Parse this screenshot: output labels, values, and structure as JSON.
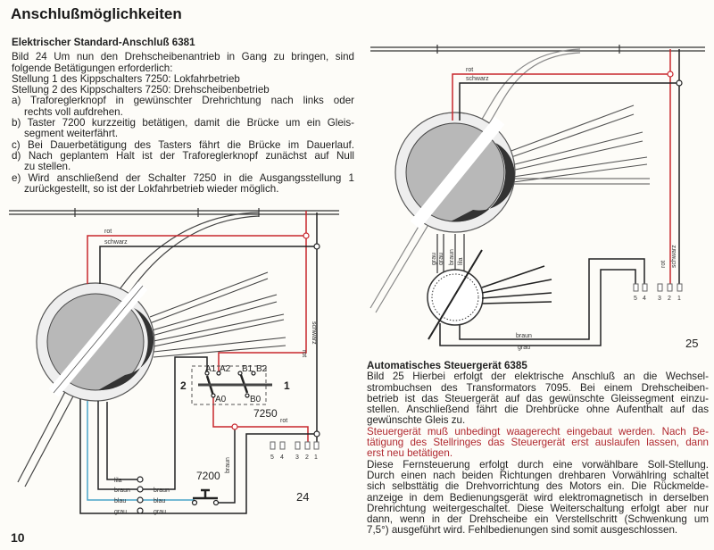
{
  "page": {
    "title": "Anschlußmöglichkeiten",
    "page_number": "10"
  },
  "left": {
    "heading": "Elektrischer Standard-Anschluß 6381",
    "lines": [
      "Bild 24  Um nun den Drehscheibenantrieb in Gang zu bringen, sind",
      "folgende Betätigungen erforderlich:",
      "Stellung 1 des Kippschalters 7250: Lokfahrbetrieb",
      "Stellung 2 des Kippschalters 7250: Drehscheibenbetrieb",
      "a) Traforeglerknopf in gewünschter Drehrichtung nach links oder",
      "rechts voll aufdrehen.",
      "b) Taster 7200 kurzzeitig betätigen, damit die Brücke um ein Gleis-",
      "segment weiterfährt.",
      "c) Bei Dauerbetätigung des Tasters fährt die Brücke im Dauerlauf.",
      "d) Nach geplantem Halt ist der Traforeglerknopf zunächst auf Null",
      "zu stellen.",
      "e) Wird anschließend der Schalter 7250 in die Ausgangsstellung 1",
      "zurückgestellt, so ist der Lokfahrbetrieb wieder möglich."
    ]
  },
  "right": {
    "heading": "Automatisches Steuergerät 6385",
    "lines": [
      "Bild 25  Hierbei erfolgt der elektrische Anschluß an die Wechsel-",
      "strombuchsen des Transformators 7095. Bei einem Drehscheiben-",
      "betrieb ist das Steuergerät auf das gewünschte Gleissegment einzu-",
      "stellen. Anschließend fährt die Drehbrücke ohne Aufenthalt auf das",
      "gewünschte Gleis zu."
    ],
    "warning_lines": [
      "Steuergerät muß unbedingt waagerecht eingebaut werden. Nach Be-",
      "tätigung des Stellringes das Steuergerät erst auslaufen lassen, dann",
      "erst neu betätigen."
    ],
    "body_lines": [
      "Diese Fernsteuerung erfolgt durch eine vorwählbare Soll-Stellung.",
      "Durch einen nach beiden Richtungen drehbaren Vorwählring schaltet",
      "sich selbsttätig die Drehvorrichtung des Motors ein. Die Rückmelde-",
      "anzeige in dem Bedienungsgerät wird elektromagnetisch in derselben",
      "Drehrichtung weitergeschaltet. Diese Weiterschaltung erfolgt aber nur",
      "dann, wenn in der Drehscheibe ein Verstellschritt (Schwenkung um",
      "7,5°) ausgeführt wird. Fehlbedienungen sind somit ausgeschlossen."
    ]
  },
  "fig24": {
    "number": "24",
    "wires": {
      "rot": "rot",
      "schwarz": "schwarz",
      "lila": "lila",
      "braun": "braun",
      "blau": "blau",
      "grau": "grau"
    },
    "switch": {
      "label": "7250",
      "pos2": "2",
      "pos1": "1",
      "A1": "A1",
      "A2": "A2",
      "A0": "A0",
      "B1": "B1",
      "B2": "B2",
      "B0": "B0"
    },
    "button_label": "7200",
    "terminals": [
      "5",
      "4",
      "3",
      "2",
      "1"
    ]
  },
  "fig25": {
    "number": "25",
    "wires": {
      "rot": "rot",
      "schwarz": "schwarz",
      "grau": "grau",
      "braun": "braun",
      "lila": "lila"
    },
    "terminals": [
      "5",
      "4",
      "3",
      "2",
      "1"
    ]
  },
  "colors": {
    "red_wire": "#c8262c",
    "blue_wire": "#4aa3c8",
    "warning_text": "#b0282f"
  }
}
